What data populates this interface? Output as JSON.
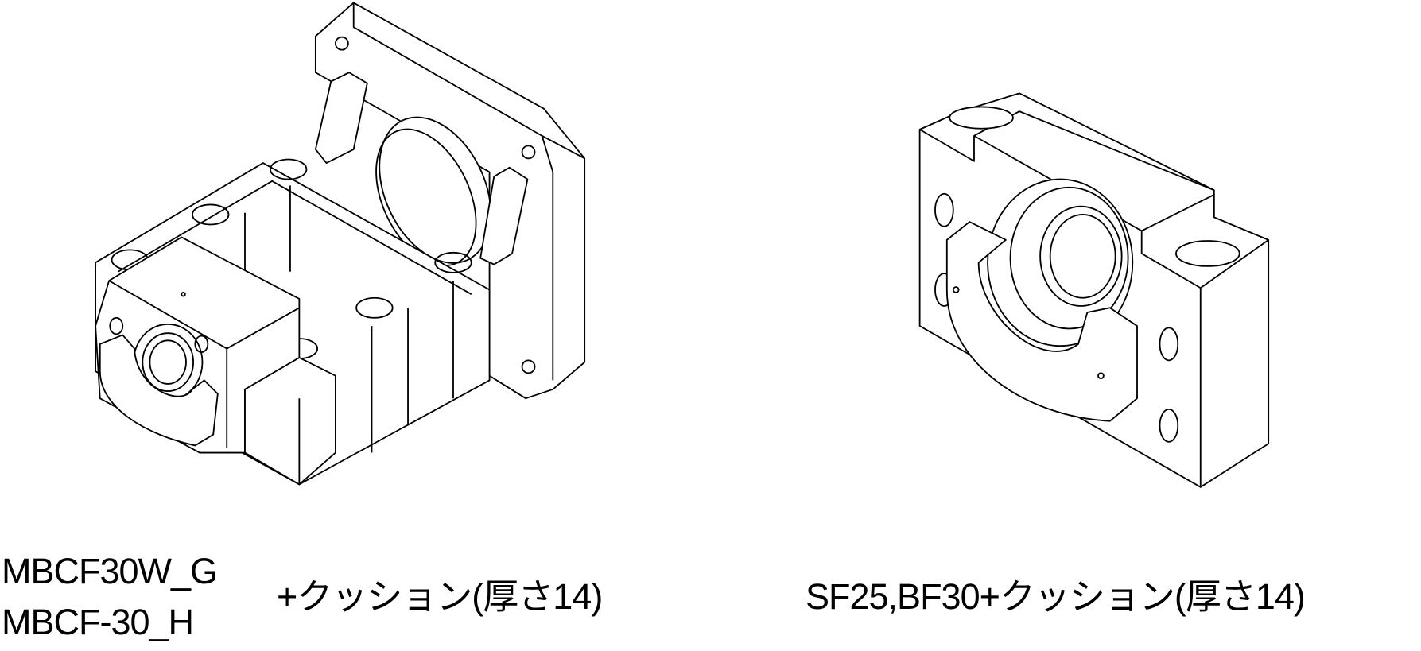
{
  "left_part": {
    "model_line1": "MBCF30W_G",
    "model_line2": "MBCF-30_H",
    "suffix": "+クッション(厚さ14)"
  },
  "right_part": {
    "caption": "SF25,BF30+クッション(厚さ14)"
  }
}
